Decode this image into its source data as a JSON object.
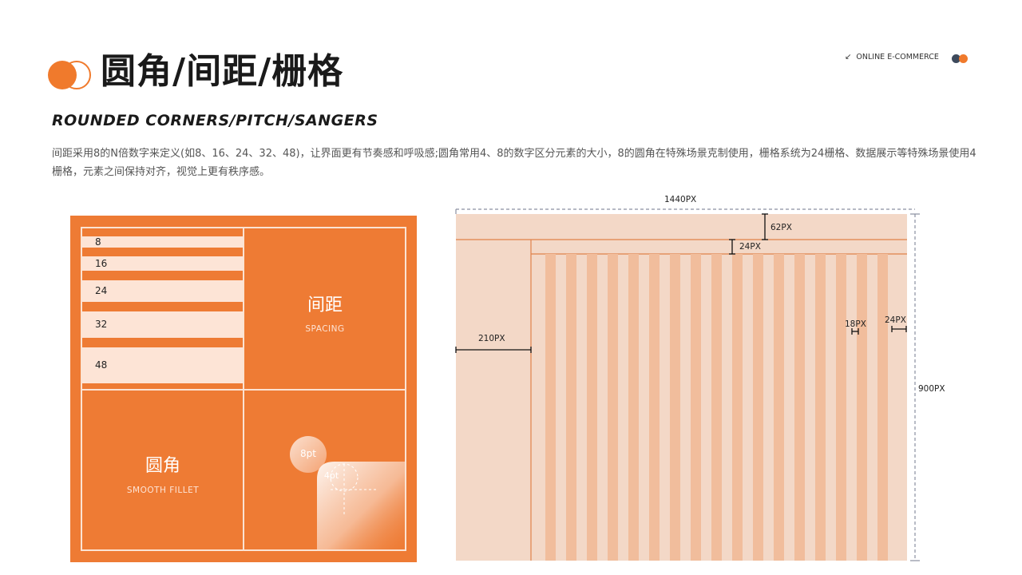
{
  "header": {
    "title": "圆角/间距/栅格",
    "subtitle": "ROUNDED CORNERS/PITCH/SANGERS",
    "description": "间距采用8的N倍数字来定义(如8、16、24、32、48)，让界面更有节奏感和呼吸感;圆角常用4、8的数字区分元素的大小，8的圆角在特殊场景克制使用，栅格系统为24栅格、数据展示等特殊场景使用4栅格，元素之间保持对齐，视觉上更有秩序感。",
    "brand_text": "ONLINE E-COMMERCE",
    "brand_icon": "arrow-down-left-icon"
  },
  "colors": {
    "accent": "#f07a2c",
    "panel_orange": "#ee7b34",
    "light_peach": "#fde4d6",
    "grid_bg": "#f3d8c7",
    "grid_column": "#f1bd9c",
    "dark_dot": "#3d4a5c"
  },
  "spacing_panel": {
    "values": [
      "8",
      "16",
      "24",
      "32",
      "48"
    ],
    "title": "间距",
    "subtitle": "SPACING"
  },
  "fillet_panel": {
    "title": "圆角",
    "subtitle": "SMOOTH FILLET",
    "badge_large": "8pt",
    "badge_small": "4pt"
  },
  "grid_panel": {
    "width_label": "1440PX",
    "height_label": "900PX",
    "header_label": "62PX",
    "gap_label": "24PX",
    "sidebar_label": "210PX",
    "gutter_label": "18PX",
    "margin_label": "24PX",
    "columns": 24
  }
}
